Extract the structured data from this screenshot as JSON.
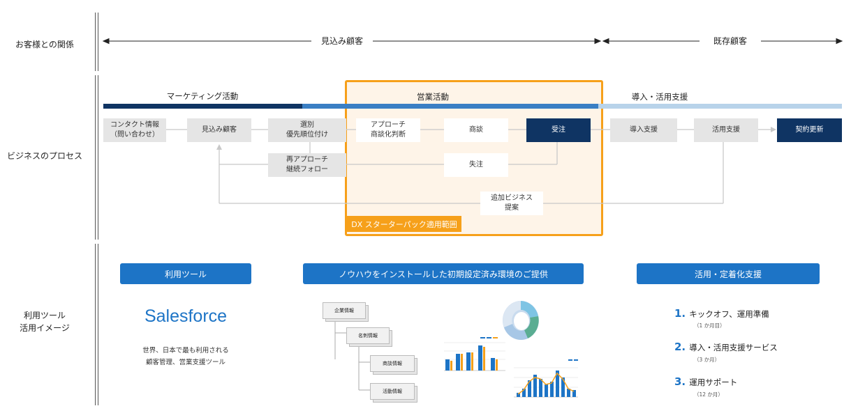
{
  "rows": {
    "relation": "お客様との関係",
    "process": "ビジネスのプロセス",
    "tools": "利用ツール\n活用イメージ"
  },
  "relation": {
    "prospect": "見込み顧客",
    "existing": "既存顧客"
  },
  "phases": {
    "marketing": "マーケティング活動",
    "sales": "営業活動",
    "adoption": "導入・活用支援"
  },
  "process": {
    "contact": "コンタクト情報\n（問い合わせ）",
    "prospect": "見込み顧客",
    "selection": "選別\n優先順位付け",
    "approach": "アプローチ\n商談化判断",
    "negotiation": "商談",
    "order": "受注",
    "intro_support": "導入支援",
    "usage_support": "活用支援",
    "renewal": "契約更新",
    "reapproach": "再アプローチ\n継続フォロー",
    "lost": "失注",
    "additional": "追加ビジネス\n提案",
    "dx_scope": "DX スターターパック適用範囲"
  },
  "tools": {
    "tool_header": "利用ツール",
    "knowhow_header": "ノウハウをインストールした初期設定済み環境のご提供",
    "support_header": "活用・定着化支援",
    "salesforce": "Salesforce",
    "salesforce_desc": "世界、日本で最も利用される\n顧客管理、営業支援ツール",
    "hierarchy": [
      "企業情報",
      "名刺情報",
      "商談情報",
      "活動情報"
    ],
    "steps": [
      {
        "num": "1.",
        "text": "キックオフ、運用準備",
        "sub": "（1 か月目）"
      },
      {
        "num": "2.",
        "text": "導入・活用支援サービス",
        "sub": "（3 か月）"
      },
      {
        "num": "3.",
        "text": "運用サポート",
        "sub": "（12 か月）"
      }
    ]
  },
  "colors": {
    "navy": "#0f3463",
    "mid_blue": "#3a7fc4",
    "light_blue": "#b8d3ea",
    "accent_blue": "#1d74c6",
    "orange": "#f6a01a",
    "scope_fill": "#fef4e8",
    "gray_box": "#e5e5e5"
  }
}
